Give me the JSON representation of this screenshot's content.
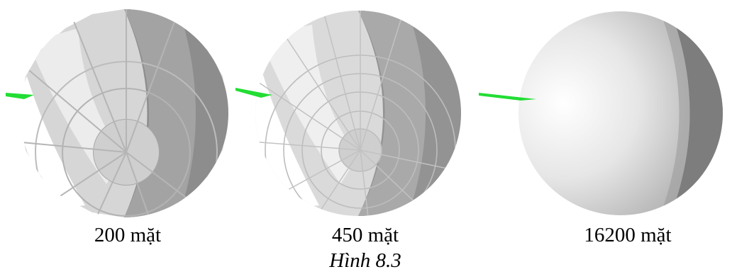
{
  "figure": {
    "title": "Hình 8.3",
    "items": [
      {
        "label": "200 mặt",
        "faces": 200
      },
      {
        "label": "450 mặt",
        "faces": 450
      },
      {
        "label": "16200 mặt",
        "faces": 16200
      }
    ],
    "colors": {
      "light_arrow": "#22dd33",
      "sphere_highlight": "#ffffff",
      "sphere_shadow": "#7d7d7d"
    }
  }
}
